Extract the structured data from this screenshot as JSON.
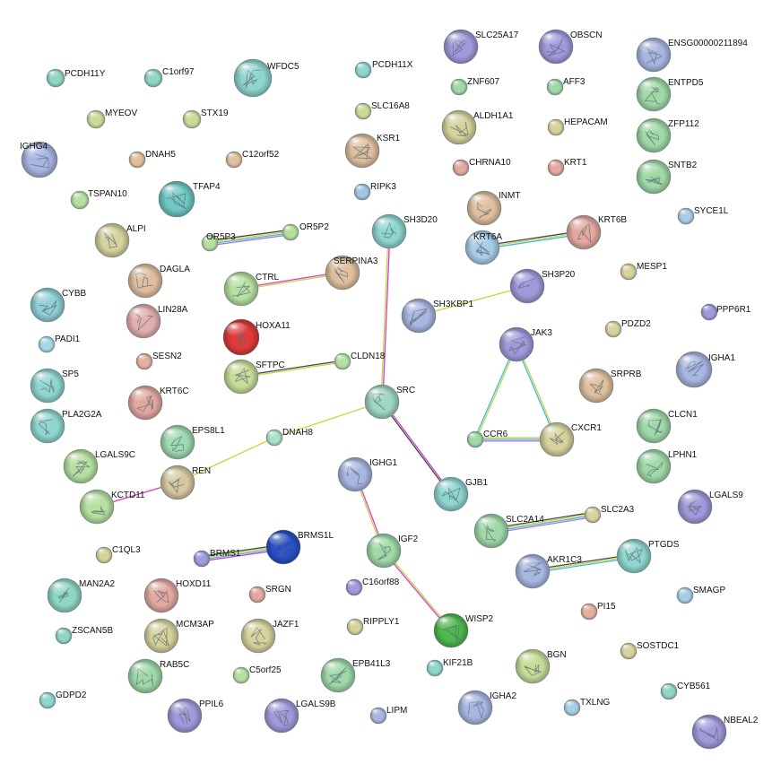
{
  "network": {
    "nodes": [
      {
        "id": "PCDH11Y",
        "label": "PCDH11Y",
        "color": "#8fd6c4",
        "has_structure": false
      },
      {
        "id": "C1orf97",
        "label": "C1orf97",
        "color": "#8fd6c4",
        "has_structure": false
      },
      {
        "id": "WFDC5",
        "label": "WFDC5",
        "color": "#8fd6cf",
        "has_structure": true
      },
      {
        "id": "PCDH11X",
        "label": "PCDH11X",
        "color": "#8fd6cf",
        "has_structure": false
      },
      {
        "id": "SLC25A17",
        "label": "SLC25A17",
        "color": "#a09adb",
        "has_structure": true
      },
      {
        "id": "OBSCN",
        "label": "OBSCN",
        "color": "#a09adb",
        "has_structure": true
      },
      {
        "id": "ENSG00000211894",
        "label": "ENSG00000211894",
        "color": "#a8b6e2",
        "has_structure": true
      },
      {
        "id": "ZNF607",
        "label": "ZNF607",
        "color": "#9fd9a8",
        "has_structure": false
      },
      {
        "id": "AFF3",
        "label": "AFF3",
        "color": "#9fd9a8",
        "has_structure": false
      },
      {
        "id": "ENTPD5",
        "label": "ENTPD5",
        "color": "#9fd9a8",
        "has_structure": true
      },
      {
        "id": "MYEOV",
        "label": "MYEOV",
        "color": "#c8dc98",
        "has_structure": false
      },
      {
        "id": "STX19",
        "label": "STX19",
        "color": "#c8dc98",
        "has_structure": false
      },
      {
        "id": "SLC16A8",
        "label": "SLC16A8",
        "color": "#c8dc98",
        "has_structure": false
      },
      {
        "id": "ALDH1A1",
        "label": "ALDH1A1",
        "color": "#d6d29c",
        "has_structure": true
      },
      {
        "id": "HEPACAM",
        "label": "HEPACAM",
        "color": "#d6d29c",
        "has_structure": false
      },
      {
        "id": "ZFP112",
        "label": "ZFP112",
        "color": "#9fd9a8",
        "has_structure": true
      },
      {
        "id": "IGHG4",
        "label": "IGHG4",
        "color": "#a8b6e2",
        "has_structure": true
      },
      {
        "id": "DNAH5",
        "label": "DNAH5",
        "color": "#e0bf9f",
        "has_structure": false
      },
      {
        "id": "C12orf52",
        "label": "C12orf52",
        "color": "#e0bf9f",
        "has_structure": false
      },
      {
        "id": "KSR1",
        "label": "KSR1",
        "color": "#e0bf9f",
        "has_structure": true
      },
      {
        "id": "CHRNA10",
        "label": "CHRNA10",
        "color": "#e3a8a0",
        "has_structure": false
      },
      {
        "id": "KRT1",
        "label": "KRT1",
        "color": "#e3a8a0",
        "has_structure": false
      },
      {
        "id": "SNTB2",
        "label": "SNTB2",
        "color": "#9fd9a8",
        "has_structure": true
      },
      {
        "id": "TSPAN10",
        "label": "TSPAN10",
        "color": "#b5e0a0",
        "has_structure": false
      },
      {
        "id": "TFAP4",
        "label": "TFAP4",
        "color": "#6fc8c4",
        "has_structure": true
      },
      {
        "id": "RIPK3",
        "label": "RIPK3",
        "color": "#9fc6e6",
        "has_structure": false
      },
      {
        "id": "INMT",
        "label": "INMT",
        "color": "#e0bf9f",
        "has_structure": true
      },
      {
        "id": "SYCE1L",
        "label": "SYCE1L",
        "color": "#a8cde6",
        "has_structure": false
      },
      {
        "id": "ALPI",
        "label": "ALPI",
        "color": "#d6d29c",
        "has_structure": true
      },
      {
        "id": "OR5P3",
        "label": "OR5P3",
        "color": "#b5e0a0",
        "has_structure": false
      },
      {
        "id": "OR5P2",
        "label": "OR5P2",
        "color": "#b5e0a0",
        "has_structure": false
      },
      {
        "id": "SH3D20",
        "label": "SH3D20",
        "color": "#8fd6cf",
        "has_structure": true
      },
      {
        "id": "KRT6A",
        "label": "KRT6A",
        "color": "#a8cde6",
        "has_structure": true
      },
      {
        "id": "KRT6B",
        "label": "KRT6B",
        "color": "#e3a8a0",
        "has_structure": true
      },
      {
        "id": "DAGLA",
        "label": "DAGLA",
        "color": "#e0bf9f",
        "has_structure": true
      },
      {
        "id": "SERPINA3",
        "label": "SERPINA3",
        "color": "#e0bf9f",
        "has_structure": true
      },
      {
        "id": "MESP1",
        "label": "MESP1",
        "color": "#d6d29c",
        "has_structure": false
      },
      {
        "id": "CYBB",
        "label": "CYBB",
        "color": "#8fcfd6",
        "has_structure": true
      },
      {
        "id": "CTRL",
        "label": "CTRL",
        "color": "#b5e0a0",
        "has_structure": true
      },
      {
        "id": "SH3P20",
        "label": "SH3P20",
        "color": "#a09adb",
        "has_structure": true
      },
      {
        "id": "LIN28A",
        "label": "LIN28A",
        "color": "#e3b0ae",
        "has_structure": true
      },
      {
        "id": "SH3KBP1",
        "label": "SH3KBP1",
        "color": "#a8b6e2",
        "has_structure": true
      },
      {
        "id": "PPP6R1",
        "label": "PPP6R1",
        "color": "#a09adb",
        "has_structure": false
      },
      {
        "id": "HOXA11",
        "label": "HOXA11",
        "color": "#e03a3a",
        "has_structure": true
      },
      {
        "id": "PADI1",
        "label": "PADI1",
        "color": "#a8d8e6",
        "has_structure": false
      },
      {
        "id": "JAK3",
        "label": "JAK3",
        "color": "#a09adb",
        "has_structure": true
      },
      {
        "id": "PDZD2",
        "label": "PDZD2",
        "color": "#d6d29c",
        "has_structure": false
      },
      {
        "id": "SESN2",
        "label": "SESN2",
        "color": "#e3b0a0",
        "has_structure": false
      },
      {
        "id": "IGHA1",
        "label": "IGHA1",
        "color": "#a8b6e2",
        "has_structure": true
      },
      {
        "id": "SP5",
        "label": "SP5",
        "color": "#8fd6cf",
        "has_structure": true
      },
      {
        "id": "SFTPC",
        "label": "SFTPC",
        "color": "#c8dc98",
        "has_structure": true
      },
      {
        "id": "CLDN18",
        "label": "CLDN18",
        "color": "#b5e0a0",
        "has_structure": false
      },
      {
        "id": "SRPRB",
        "label": "SRPRB",
        "color": "#e0bf9f",
        "has_structure": true
      },
      {
        "id": "KRT6C",
        "label": "KRT6C",
        "color": "#e3a8a0",
        "has_structure": true
      },
      {
        "id": "SRC",
        "label": "SRC",
        "color": "#9fd6c4",
        "has_structure": true
      },
      {
        "id": "CLCN1",
        "label": "CLCN1",
        "color": "#9fd9a8",
        "has_structure": true
      },
      {
        "id": "PLA2G2A",
        "label": "PLA2G2A",
        "color": "#8fd6cf",
        "has_structure": true
      },
      {
        "id": "EPS8L1",
        "label": "EPS8L1",
        "color": "#9fd9b0",
        "has_structure": true
      },
      {
        "id": "DNAH8",
        "label": "DNAH8",
        "color": "#a8e0c8",
        "has_structure": false
      },
      {
        "id": "CCR6",
        "label": "CCR6",
        "color": "#9fd9a8",
        "has_structure": false
      },
      {
        "id": "CXCR1",
        "label": "CXCR1",
        "color": "#d6d29c",
        "has_structure": true
      },
      {
        "id": "LGALS9C",
        "label": "LGALS9C",
        "color": "#b5e0a0",
        "has_structure": true
      },
      {
        "id": "REN",
        "label": "REN",
        "color": "#d6c8a0",
        "has_structure": true
      },
      {
        "id": "IGHG1",
        "label": "IGHG1",
        "color": "#a8b6e2",
        "has_structure": true
      },
      {
        "id": "LPHN1",
        "label": "LPHN1",
        "color": "#9fd9a8",
        "has_structure": true
      },
      {
        "id": "KCTD11",
        "label": "KCTD11",
        "color": "#b5e0a0",
        "has_structure": true
      },
      {
        "id": "GJB1",
        "label": "GJB1",
        "color": "#8fd6cf",
        "has_structure": true
      },
      {
        "id": "LGALS9",
        "label": "LGALS9",
        "color": "#a09adb",
        "has_structure": true
      },
      {
        "id": "SLC2A14",
        "label": "SLC2A14",
        "color": "#9fd9a8",
        "has_structure": true
      },
      {
        "id": "SLC2A3",
        "label": "SLC2A3",
        "color": "#d6d29c",
        "has_structure": false
      },
      {
        "id": "C1QL3",
        "label": "C1QL3",
        "color": "#d6d29c",
        "has_structure": false
      },
      {
        "id": "BRMS1L",
        "label": "BRMS1L",
        "color": "#2a4fc8",
        "has_structure": true
      },
      {
        "id": "BRMS1",
        "label": "BRMS1",
        "color": "#a09adb",
        "has_structure": false
      },
      {
        "id": "IGF2",
        "label": "IGF2",
        "color": "#9fd9a8",
        "has_structure": true
      },
      {
        "id": "PTGDS",
        "label": "PTGDS",
        "color": "#8fd6cf",
        "has_structure": true
      },
      {
        "id": "AKR1C3",
        "label": "AKR1C3",
        "color": "#a8b6e2",
        "has_structure": true
      },
      {
        "id": "MAN2A2",
        "label": "MAN2A2",
        "color": "#8fd6c4",
        "has_structure": true
      },
      {
        "id": "HOXD11",
        "label": "HOXD11",
        "color": "#e3a8a0",
        "has_structure": true
      },
      {
        "id": "SRGN",
        "label": "SRGN",
        "color": "#e3a8a0",
        "has_structure": false
      },
      {
        "id": "C16orf88",
        "label": "C16orf88",
        "color": "#a09adb",
        "has_structure": false
      },
      {
        "id": "SMAGP",
        "label": "SMAGP",
        "color": "#a8cde6",
        "has_structure": false
      },
      {
        "id": "ZSCAN5B",
        "label": "ZSCAN5B",
        "color": "#8fd6c4",
        "has_structure": false
      },
      {
        "id": "MCM3AP",
        "label": "MCM3AP",
        "color": "#d6d29c",
        "has_structure": true
      },
      {
        "id": "JAZF1",
        "label": "JAZF1",
        "color": "#d6d29c",
        "has_structure": true
      },
      {
        "id": "RIPPLY1",
        "label": "RIPPLY1",
        "color": "#d6d29c",
        "has_structure": false
      },
      {
        "id": "WISP2",
        "label": "WISP2",
        "color": "#4fb84f",
        "has_structure": true
      },
      {
        "id": "PI15",
        "label": "PI15",
        "color": "#e3b0a0",
        "has_structure": false
      },
      {
        "id": "SOSTDC1",
        "label": "SOSTDC1",
        "color": "#d6d29c",
        "has_structure": false
      },
      {
        "id": "RAB5C",
        "label": "RAB5C",
        "color": "#9fd9a8",
        "has_structure": true
      },
      {
        "id": "EPB41L3",
        "label": "EPB41L3",
        "color": "#9fd9a8",
        "has_structure": true
      },
      {
        "id": "C5orf25",
        "label": "C5orf25",
        "color": "#b5e0a0",
        "has_structure": false
      },
      {
        "id": "KIF21B",
        "label": "KIF21B",
        "color": "#8fd6cf",
        "has_structure": false
      },
      {
        "id": "BGN",
        "label": "BGN",
        "color": "#c8dc98",
        "has_structure": true
      },
      {
        "id": "CYB561",
        "label": "CYB561",
        "color": "#8fd6c4",
        "has_structure": false
      },
      {
        "id": "GDPD2",
        "label": "GDPD2",
        "color": "#8fd6cf",
        "has_structure": false
      },
      {
        "id": "PPIL6",
        "label": "PPIL6",
        "color": "#a09adb",
        "has_structure": true
      },
      {
        "id": "LGALS9B",
        "label": "LGALS9B",
        "color": "#a09adb",
        "has_structure": true
      },
      {
        "id": "LIPM",
        "label": "LIPM",
        "color": "#a8b6e2",
        "has_structure": false
      },
      {
        "id": "IGHA2",
        "label": "IGHA2",
        "color": "#a8b6e2",
        "has_structure": true
      },
      {
        "id": "TXLNG",
        "label": "TXLNG",
        "color": "#a8cde6",
        "has_structure": false
      },
      {
        "id": "NBEAL2",
        "label": "NBEAL2",
        "color": "#a09adb",
        "has_structure": true
      }
    ],
    "edges": [
      {
        "source": "OR5P3",
        "target": "OR5P2",
        "colors": [
          "#444444",
          "#c8d43a",
          "#3cb8e6",
          "#b07ad8"
        ]
      },
      {
        "source": "KRT6A",
        "target": "KRT6B",
        "colors": [
          "#444444",
          "#c8d43a",
          "#3cb8e6"
        ]
      },
      {
        "source": "CTRL",
        "target": "SERPINA3",
        "colors": [
          "#d23cd2",
          "#c8d43a"
        ]
      },
      {
        "source": "SH3D20",
        "target": "SRC",
        "colors": [
          "#d23cd2",
          "#c8d43a"
        ]
      },
      {
        "source": "SH3KBP1",
        "target": "SH3P20",
        "colors": [
          "#c8d43a"
        ]
      },
      {
        "source": "SFTPC",
        "target": "CLDN18",
        "colors": [
          "#444444",
          "#c8d43a"
        ]
      },
      {
        "source": "SRC",
        "target": "DNAH8",
        "colors": [
          "#c8d43a"
        ]
      },
      {
        "source": "DNAH8",
        "target": "REN",
        "colors": [
          "#c8d43a"
        ]
      },
      {
        "source": "REN",
        "target": "KCTD11",
        "colors": [
          "#d23cd2"
        ]
      },
      {
        "source": "SRC",
        "target": "GJB1",
        "colors": [
          "#d23cd2",
          "#444444"
        ]
      },
      {
        "source": "JAK3",
        "target": "CCR6",
        "colors": [
          "#c8d43a",
          "#3cb8e6"
        ]
      },
      {
        "source": "JAK3",
        "target": "CXCR1",
        "colors": [
          "#c8d43a",
          "#3cb8e6"
        ]
      },
      {
        "source": "CCR6",
        "target": "CXCR1",
        "colors": [
          "#c8d43a",
          "#3cb8e6",
          "#b07ad8"
        ]
      },
      {
        "source": "SLC2A14",
        "target": "SLC2A3",
        "colors": [
          "#444444",
          "#c8d43a",
          "#3cb8e6",
          "#b07ad8"
        ]
      },
      {
        "source": "BRMS1",
        "target": "BRMS1L",
        "colors": [
          "#444444",
          "#c8d43a",
          "#3cb8e6",
          "#d23cd2"
        ]
      },
      {
        "source": "IGHG1",
        "target": "IGF2",
        "colors": [
          "#d23cd2",
          "#c8d43a"
        ]
      },
      {
        "source": "IGF2",
        "target": "WISP2",
        "colors": [
          "#c8d43a",
          "#d23cd2"
        ]
      },
      {
        "source": "AKR1C3",
        "target": "PTGDS",
        "colors": [
          "#444444",
          "#c8d43a",
          "#3cb8e6"
        ]
      }
    ]
  }
}
